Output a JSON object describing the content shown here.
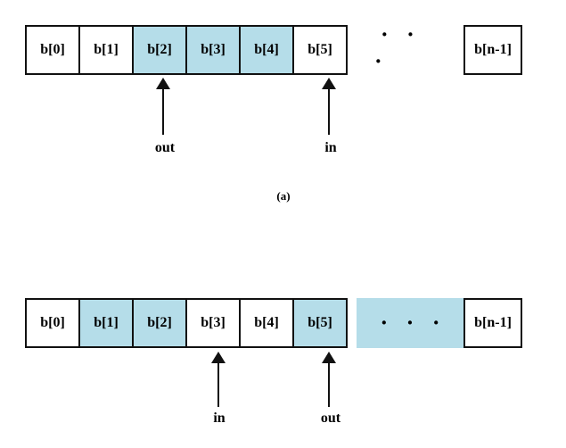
{
  "colors": {
    "occupied_fill": "#b5dde9",
    "border": "#111111",
    "background": "#ffffff"
  },
  "diagram_a": {
    "caption": "(a)",
    "cells": [
      {
        "label": "b[0]",
        "shaded": false
      },
      {
        "label": "b[1]",
        "shaded": false
      },
      {
        "label": "b[2]",
        "shaded": true
      },
      {
        "label": "b[3]",
        "shaded": true
      },
      {
        "label": "b[4]",
        "shaded": true
      },
      {
        "label": "b[5]",
        "shaded": false
      }
    ],
    "ellipsis": "· · ·",
    "last_cell": {
      "label": "b[n-1]",
      "shaded": false
    },
    "pointers": [
      {
        "label": "out",
        "target": "b[2]"
      },
      {
        "label": "in",
        "target": "b[5]"
      }
    ]
  },
  "diagram_b": {
    "cells": [
      {
        "label": "b[0]",
        "shaded": false
      },
      {
        "label": "b[1]",
        "shaded": true
      },
      {
        "label": "b[2]",
        "shaded": true
      },
      {
        "label": "b[3]",
        "shaded": false
      },
      {
        "label": "b[4]",
        "shaded": false
      },
      {
        "label": "b[5]",
        "shaded": true
      }
    ],
    "ellipsis": "· · ·",
    "ellipsis_band_shaded": true,
    "last_cell": {
      "label": "b[n-1]",
      "shaded": false
    },
    "pointers": [
      {
        "label": "in",
        "target": "b[3]"
      },
      {
        "label": "out",
        "target": "b[5]"
      }
    ]
  }
}
